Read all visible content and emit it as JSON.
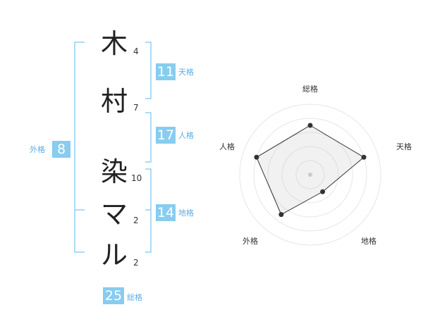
{
  "name": {
    "characters": [
      {
        "char": "木",
        "strokes": "4"
      },
      {
        "char": "村",
        "strokes": "7"
      },
      {
        "char": "染",
        "strokes": "10"
      },
      {
        "char": "マ",
        "strokes": "2"
      },
      {
        "char": "ル",
        "strokes": "2"
      }
    ]
  },
  "grids": {
    "ten": {
      "value": "11",
      "label": "天格"
    },
    "jin": {
      "value": "17",
      "label": "人格"
    },
    "chi": {
      "value": "14",
      "label": "地格"
    },
    "gai": {
      "value": "8",
      "label": "外格"
    },
    "so": {
      "value": "25",
      "label": "総格"
    }
  },
  "colors": {
    "accent": "#88ccf0",
    "accent_text": "#58aee6",
    "bracket": "#90d0f2",
    "ring": "#e6e6e6",
    "fill": "#f2f2f2"
  },
  "chart_data": {
    "type": "radar",
    "axes": [
      "総格",
      "天格",
      "地格",
      "外格",
      "人格"
    ],
    "values": [
      3.5,
      4,
      1.5,
      3.5,
      4
    ],
    "max": 5
  }
}
